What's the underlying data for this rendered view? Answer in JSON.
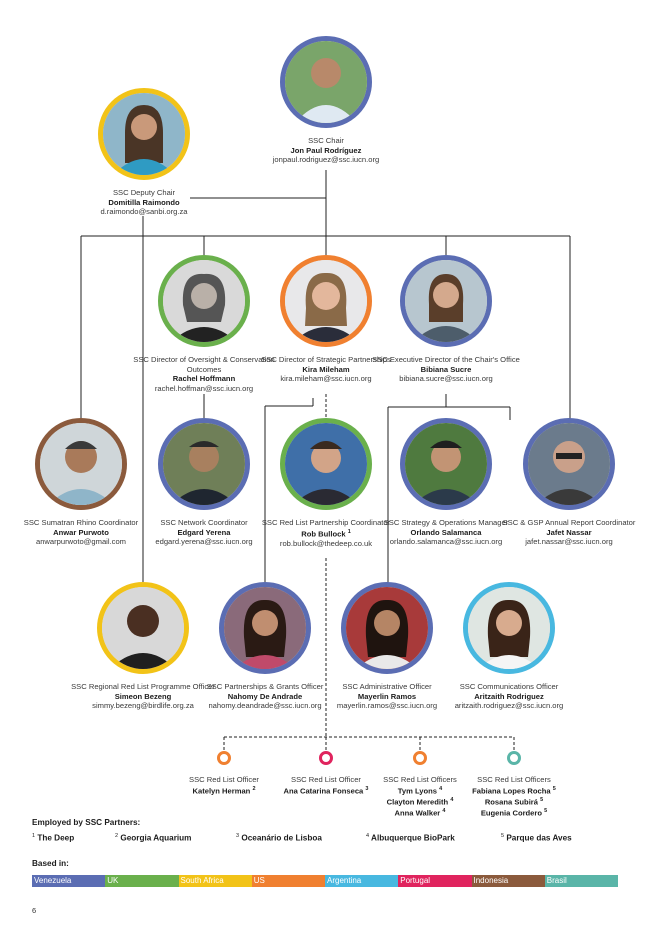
{
  "chair": {
    "role": "SSC Chair",
    "name": "Jon Paul Rodríguez",
    "email": "jonpaul.rodriguez@ssc.iucn.org",
    "color": "#5b6db3"
  },
  "deputy": {
    "role": "SSC Deputy Chair",
    "name": "Domitilla Raimondo",
    "email": "d.raimondo@sanbi.org.za",
    "color": "#f2c318"
  },
  "dir_oversight": {
    "role": "SSC Director of Oversight & Conservation Outcomes",
    "name": "Rachel Hoffmann",
    "email": "rachel.hoffman@ssc.iucn.org",
    "color": "#6ab04c"
  },
  "dir_strategic": {
    "role": "SSC Director of Strategic Partnerships",
    "name": "Kira Mileham",
    "email": "kira.mileham@ssc.iucn.org",
    "color": "#f08030"
  },
  "exec_director": {
    "role": "SSC Executive Director of the Chair's Office",
    "name": "Bibiana Sucre",
    "email": "bibiana.sucre@ssc.iucn.org",
    "color": "#5b6db3"
  },
  "rhino": {
    "role": "SSC Sumatran Rhino Coordinator",
    "name": "Anwar Purwoto",
    "email": "anwarpurwoto@gmail.com",
    "color": "#8b5a3c"
  },
  "network": {
    "role": "SSC Network Coordinator",
    "name": "Edgard Yerena",
    "email": "edgard.yerena@ssc.iucn.org",
    "color": "#5b6db3"
  },
  "redlist_partner": {
    "role": "SSC Red List Partnership Coordinator",
    "name": "Rob Bullock",
    "sup": "1",
    "email": "rob.bullock@thedeep.co.uk",
    "color": "#6ab04c"
  },
  "strategy": {
    "role": "SSC Strategy & Operations Manager",
    "name": "Orlando Salamanca",
    "email": "orlando.salamanca@ssc.iucn.org",
    "color": "#5b6db3"
  },
  "gsp": {
    "role": "SSC & GSP Annual Report Coordinator",
    "name": "Jafet Nassar",
    "email": "jafet.nassar@ssc.iucn.org",
    "color": "#5b6db3"
  },
  "regional": {
    "role": "SSC Regional Red List Programme Officer",
    "name": "Simeon Bezeng",
    "email": "simmy.bezeng@birdlife.org.za",
    "color": "#f2c318"
  },
  "grants": {
    "role": "SSC Partnerships & Grants Officer",
    "name": "Nahomy De Andrade",
    "email": "nahomy.deandrade@ssc.iucn.org",
    "color": "#5b6db3"
  },
  "admin": {
    "role": "SSC Administrative Officer",
    "name": "Mayerlin Ramos",
    "email": "mayerlin.ramos@ssc.iucn.org",
    "color": "#5b6db3"
  },
  "comms": {
    "role": "SSC Communications Officer",
    "name": "Aritzaith Rodriguez",
    "email": "aritzaith.rodriguez@ssc.iucn.org",
    "color": "#48b8e0"
  },
  "officers": [
    {
      "role": "SSC Red List Officer",
      "names": [
        "Katelyn Herman"
      ],
      "sups": [
        "2"
      ],
      "color": "#f08030"
    },
    {
      "role": "SSC Red List Officer",
      "names": [
        "Ana Catarina Fonseca"
      ],
      "sups": [
        "3"
      ],
      "color": "#e0245e"
    },
    {
      "role": "SSC Red List Officers",
      "names": [
        "Tym Lyons",
        "Clayton Meredith",
        "Anna Walker"
      ],
      "sups": [
        "4",
        "4",
        "4"
      ],
      "color": "#f08030"
    },
    {
      "role": "SSC Red List Officers",
      "names": [
        "Fabiana Lopes Rocha",
        "Rosana Subirá",
        "Eugenia Cordero"
      ],
      "sups": [
        "5",
        "5",
        "5"
      ],
      "color": "#5ab5a8"
    }
  ],
  "partners": {
    "title": "Employed by SSC Partners:",
    "items": [
      {
        "sup": "1",
        "name": "The Deep"
      },
      {
        "sup": "2",
        "name": "Georgia Aquarium"
      },
      {
        "sup": "3",
        "name": "Oceanário de Lisboa"
      },
      {
        "sup": "4",
        "name": "Albuquerque BioPark"
      },
      {
        "sup": "5",
        "name": "Parque das Aves"
      }
    ]
  },
  "based": {
    "title": "Based in:",
    "locations": [
      {
        "name": "Venezuela",
        "color": "#5b6db3"
      },
      {
        "name": "UK",
        "color": "#6ab04c"
      },
      {
        "name": "South Africa",
        "color": "#f2c318"
      },
      {
        "name": "US",
        "color": "#f08030"
      },
      {
        "name": "Argentina",
        "color": "#48b8e0"
      },
      {
        "name": "Portugal",
        "color": "#e0245e"
      },
      {
        "name": "Indonesia",
        "color": "#8b5a3c"
      },
      {
        "name": "Brasil",
        "color": "#5ab5a8"
      }
    ]
  },
  "page_number": "6"
}
